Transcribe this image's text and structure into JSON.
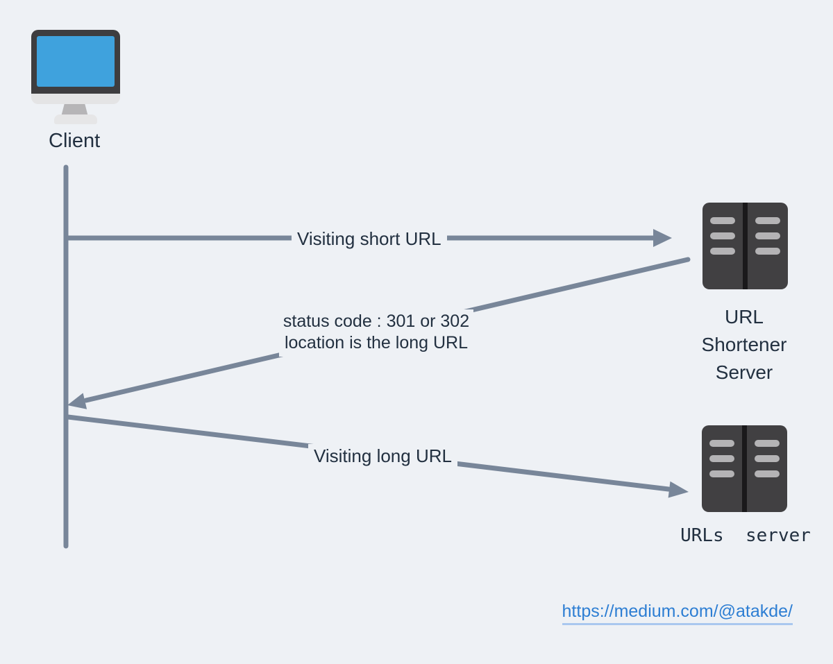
{
  "colors": {
    "background": "#eef1f5",
    "connector": "#788699",
    "text": "#223040",
    "link": "#2d7ed3",
    "link_underline": "#a9c7ef",
    "monitor_screen": "#3fa2dd",
    "monitor_frame": "#3e3d3f",
    "server_body": "#414042",
    "server_bars": "#b4b3b5"
  },
  "client": {
    "label": "Client"
  },
  "messages": {
    "visiting_short_url": "Visiting short URL",
    "response_status": "status code : 301 or 302",
    "response_location": "location is the long URL",
    "visiting_long_url": "Visiting long URL"
  },
  "servers": {
    "shortener": {
      "line1": "URL",
      "line2": "Shortener",
      "line3": "Server"
    },
    "urls": {
      "label": "URLs  server"
    }
  },
  "footer": {
    "link_text": "https://medium.com/@atakde/"
  }
}
